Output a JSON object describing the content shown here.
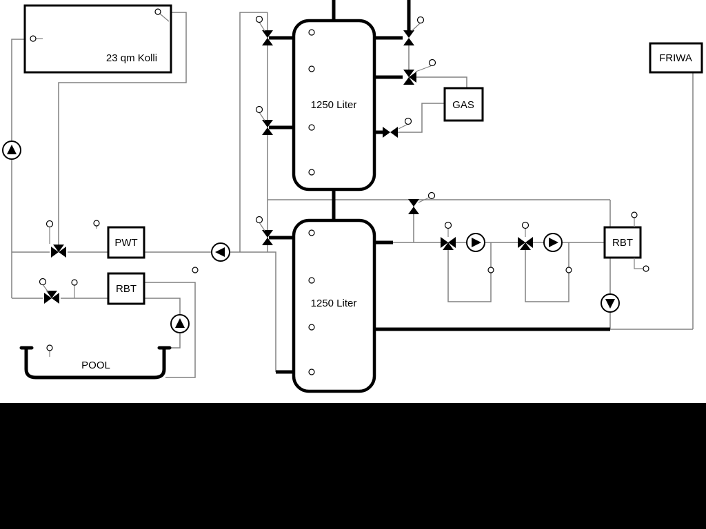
{
  "diagram": {
    "solar_collector": {
      "label": "23 qm Kolli"
    },
    "pwt_exchanger": {
      "label": "PWT"
    },
    "rbt_exchanger_left": {
      "label": "RBT"
    },
    "pool": {
      "label": "POOL"
    },
    "buffer_tank_upper": {
      "label": "1250 Liter"
    },
    "buffer_tank_lower": {
      "label": "1250 Liter"
    },
    "gas_boiler": {
      "label": "GAS"
    },
    "fresh_water_station": {
      "label": "FRIWA"
    },
    "rbt_exchanger_right": {
      "label": "RBT"
    }
  },
  "colors": {
    "pipe": "#808080",
    "ink": "#000000",
    "background": "#ffffff",
    "footer_mask": "#000000"
  }
}
